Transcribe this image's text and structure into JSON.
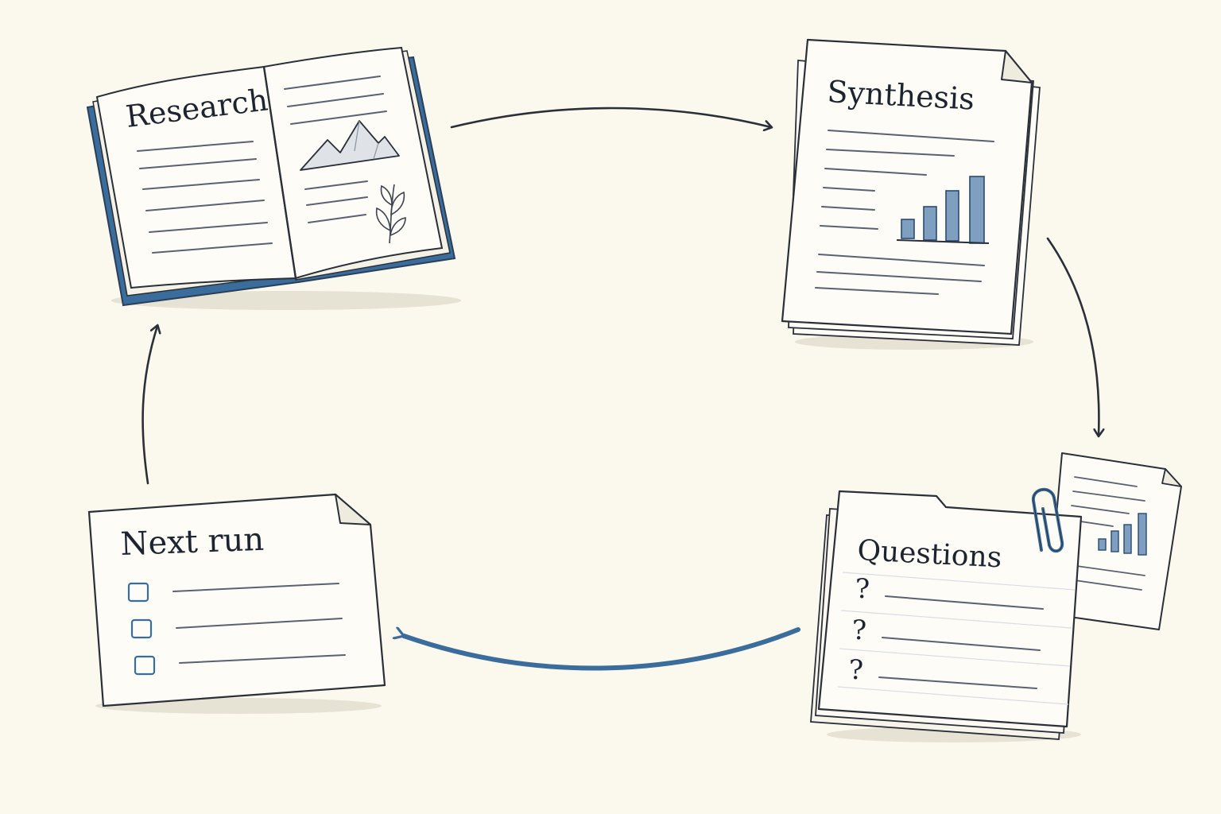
{
  "nodes": {
    "research": {
      "label": "Research"
    },
    "synthesis": {
      "label": "Synthesis"
    },
    "questions": {
      "label": "Questions",
      "marks": [
        "?",
        "?",
        "?"
      ]
    },
    "next_run": {
      "label": "Next run"
    }
  },
  "colors": {
    "background": "#fbf8ee",
    "ink": "#2a2f38",
    "accent": "#3a6c9c",
    "accent_light": "#7f9fc0",
    "paper": "#fdfcf7"
  },
  "icons": [
    "open-book-icon",
    "mountain-icon",
    "plant-sprig-icon",
    "document-icon",
    "bar-chart-icon",
    "folder-icon",
    "paperclip-icon",
    "checkbox-icon"
  ]
}
